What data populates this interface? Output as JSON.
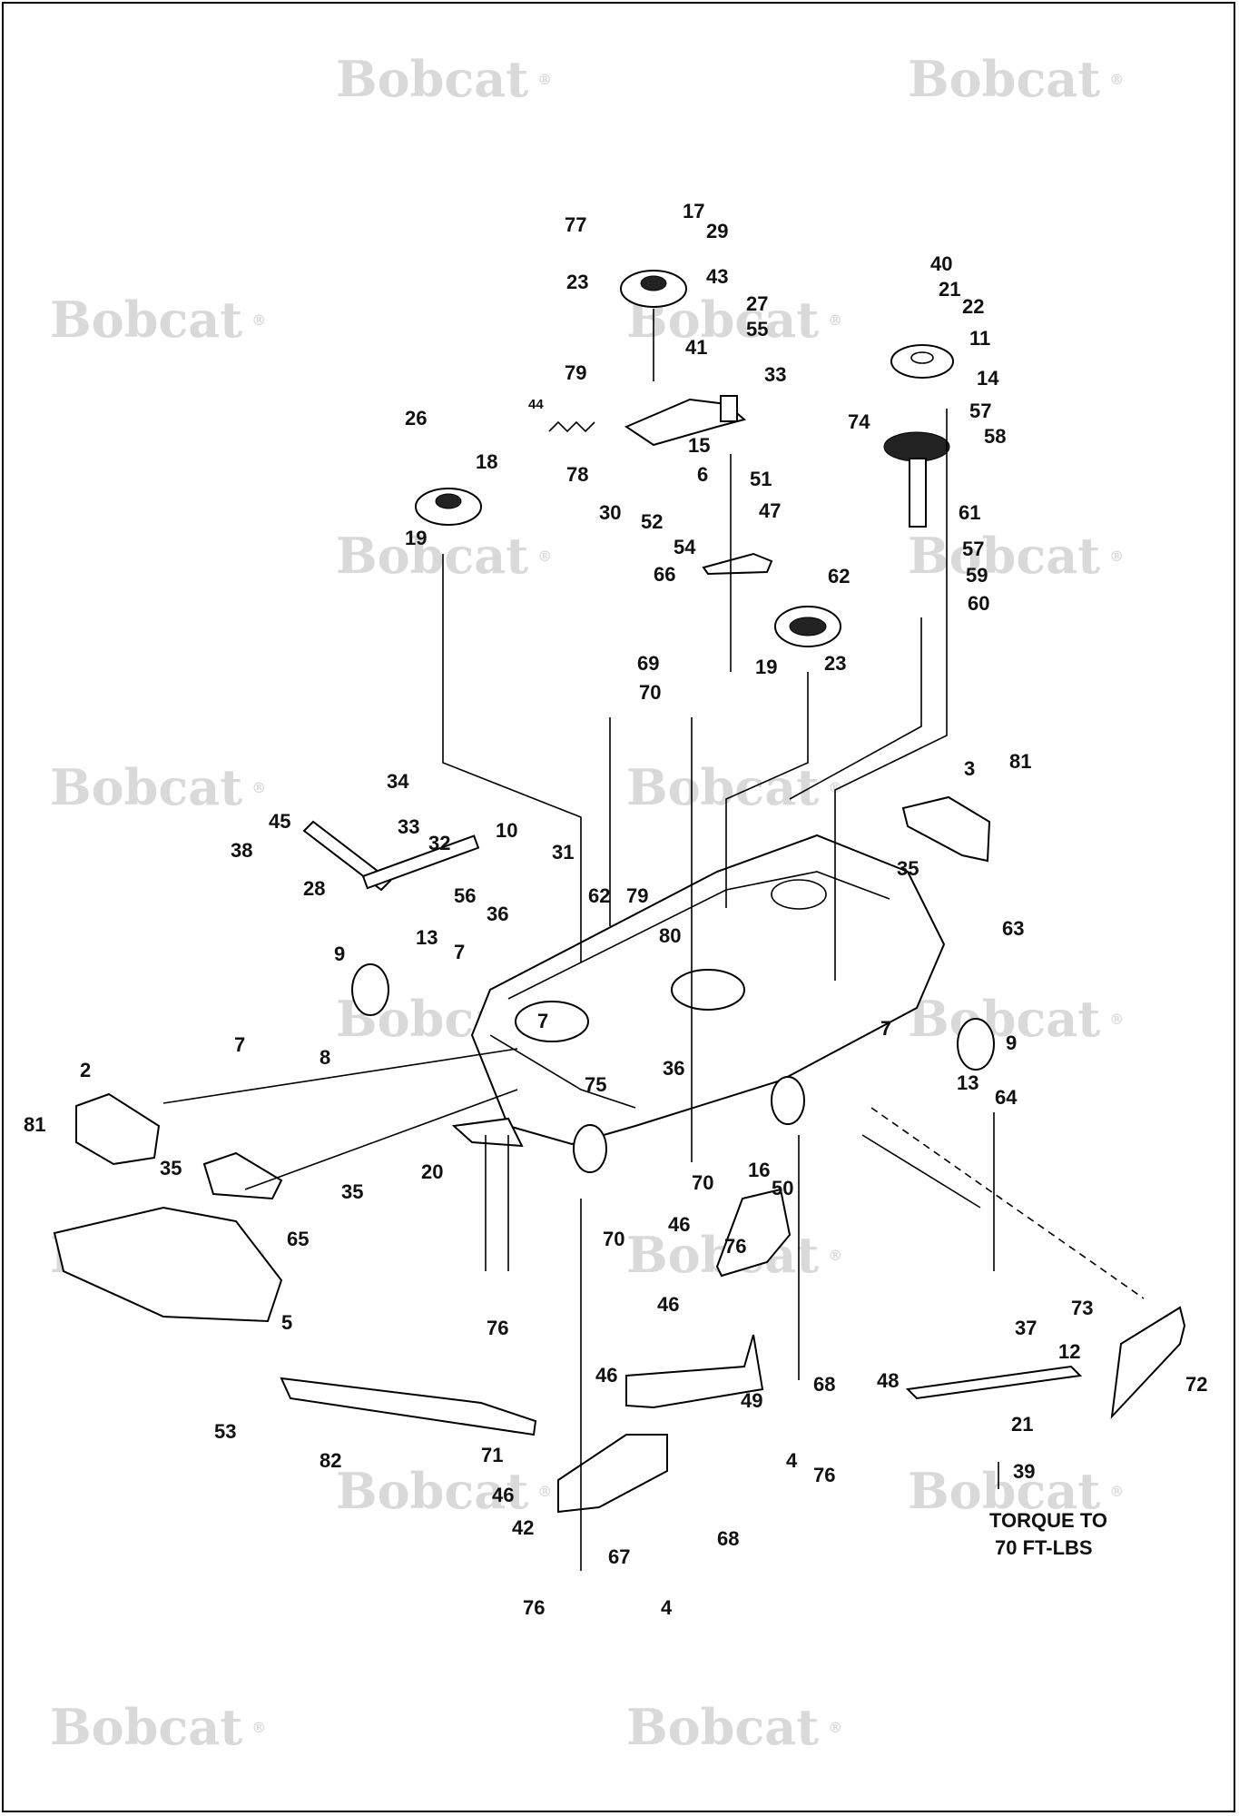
{
  "watermark_text": "Bobcat",
  "torque_note": [
    "TORQUE TO",
    "70 FT-LBS"
  ],
  "callouts": [
    "77",
    "17",
    "29",
    "23",
    "43",
    "27",
    "55",
    "41",
    "33",
    "79",
    "44",
    "15",
    "78",
    "6",
    "51",
    "30",
    "52",
    "47",
    "54",
    "66",
    "26",
    "18",
    "19",
    "40",
    "21",
    "22",
    "11",
    "14",
    "74",
    "57",
    "58",
    "61",
    "57",
    "59",
    "60",
    "62",
    "23",
    "19",
    "69",
    "70",
    "34",
    "45",
    "33",
    "32",
    "10",
    "38",
    "28",
    "31",
    "62",
    "79",
    "80",
    "56",
    "36",
    "13",
    "9",
    "7",
    "8",
    "3",
    "81",
    "35",
    "63",
    "7",
    "9",
    "13",
    "64",
    "2",
    "7",
    "81",
    "35",
    "35",
    "65",
    "7",
    "75",
    "36",
    "20",
    "70",
    "16",
    "50",
    "46",
    "76",
    "70",
    "46",
    "5",
    "76",
    "53",
    "82",
    "71",
    "46",
    "42",
    "67",
    "68",
    "76",
    "4",
    "46",
    "49",
    "48",
    "68",
    "4",
    "76",
    "37",
    "12",
    "73",
    "72",
    "21",
    "39"
  ]
}
